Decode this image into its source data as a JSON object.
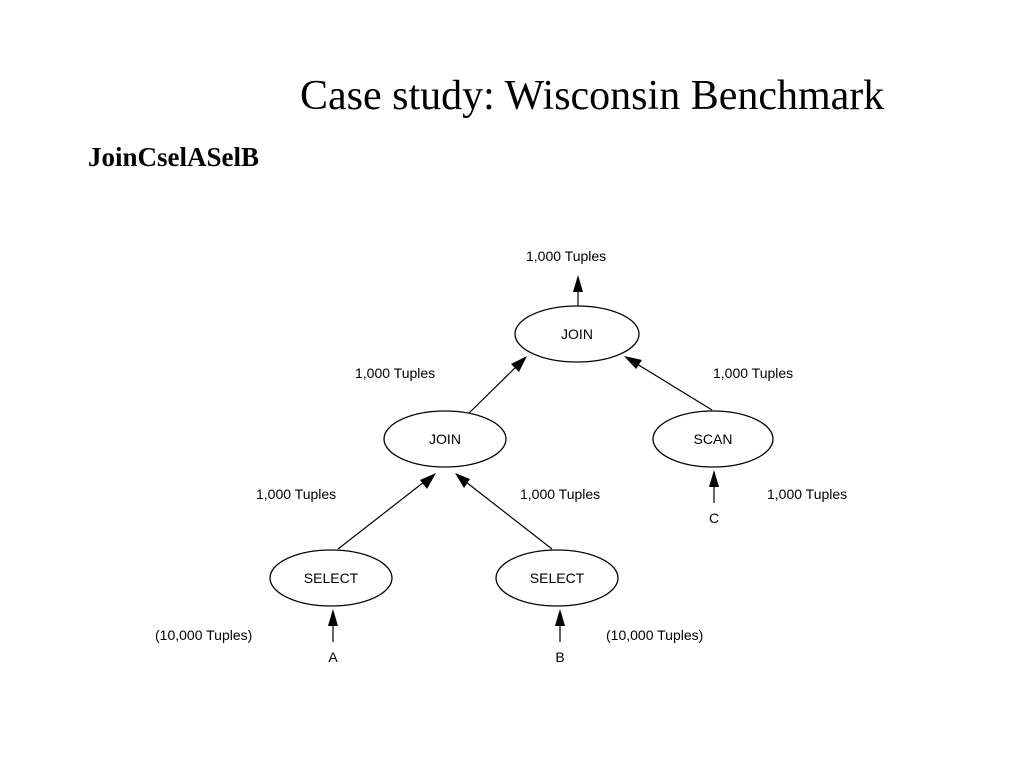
{
  "slide": {
    "title": "Case study: Wisconsin Benchmark",
    "subtitle": "JoinCselASelB"
  },
  "diagram": {
    "nodes": {
      "join_top": "JOIN",
      "join_mid": "JOIN",
      "scan": "SCAN",
      "select_a": "SELECT",
      "select_b": "SELECT"
    },
    "inputs": {
      "a": "A",
      "b": "B",
      "c": "C"
    },
    "edge_labels": {
      "output": "1,000 Tuples",
      "join_mid_to_join_top": "1,000 Tuples",
      "scan_to_join_top": "1,000 Tuples",
      "select_a_to_join_mid": "1,000 Tuples",
      "select_b_to_join_mid": "1,000 Tuples",
      "c_to_scan": "1,000 Tuples",
      "a_to_select_a": "(10,000 Tuples)",
      "b_to_select_b": "(10,000 Tuples)"
    }
  }
}
